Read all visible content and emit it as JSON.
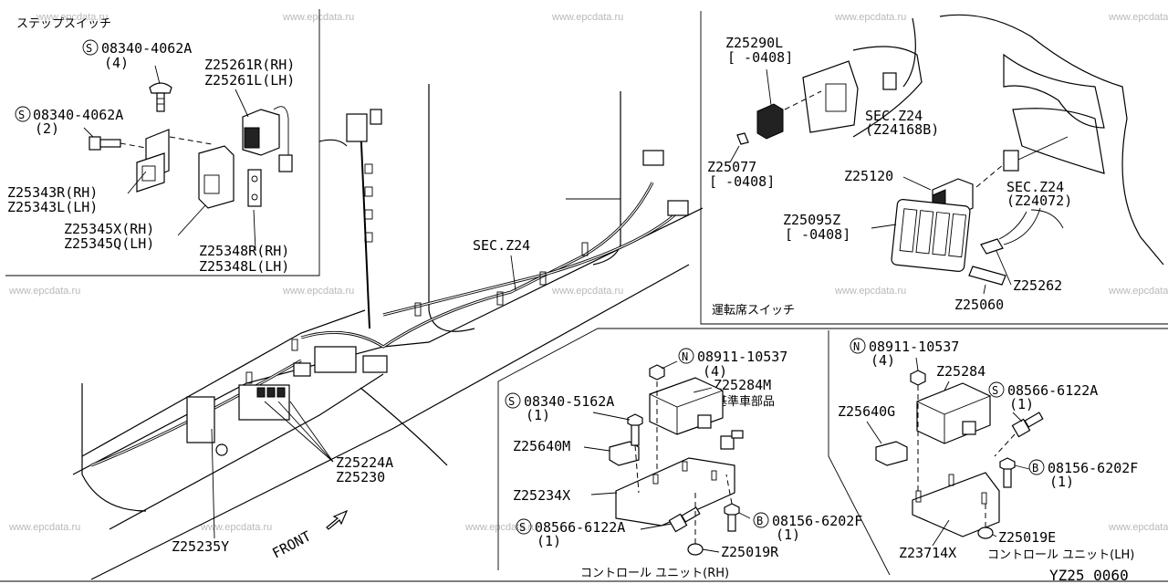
{
  "watermark": "www.epcdata.ru",
  "diagram_code": "YZ25 0060",
  "panels": {
    "step_switch": {
      "title": "ステップスイッチ",
      "labels": {
        "bolt_top": "08340-4062A",
        "bolt_top_qty": "(4)",
        "bolt_side": "08340-4062A",
        "bolt_side_qty": "(2)",
        "switch_rh": "Z25261R(RH)",
        "switch_lh": "Z25261L(LH)",
        "bracket_a_rh": "Z25343R(RH)",
        "bracket_a_lh": "Z25343L(LH)",
        "bracket_b_rh": "Z25345X(RH)",
        "bracket_b_lh": "Z25345Q(LH)",
        "plate_rh": "Z25348R(RH)",
        "plate_lh": "Z25348L(LH)"
      }
    },
    "driver_switch": {
      "title": "運転席スイッチ",
      "labels": {
        "z25290l": "Z25290L",
        "z25290l_range": "[ -0408]",
        "sec_z24_a": "SEC.Z24",
        "sec_z24_a_ref": "(Z24168B)",
        "z25077": "Z25077",
        "z25077_range": "[ -0408]",
        "z25120": "Z25120",
        "sec_z24_b": "SEC.Z24",
        "sec_z24_b_ref": "(Z24072)",
        "z25095z": "Z25095Z",
        "z25095z_range": "[ -0408]",
        "z25262": "Z25262",
        "z25060": "Z25060"
      }
    },
    "main": {
      "labels": {
        "sec_z24": "SEC.Z24",
        "z25224a": "Z25224A",
        "z25230": "Z25230",
        "z25235y": "Z25235Y",
        "front": "FRONT"
      }
    },
    "control_rh": {
      "title": "コントロール ユニット(RH)",
      "labels": {
        "nut": "08911-10537",
        "nut_qty": "(4)",
        "unit": "Z25284M",
        "unit_note": "基準車部品",
        "bolt": "08340-5162A",
        "bolt_qty": "(1)",
        "z25640m": "Z25640M",
        "z25234x": "Z25234X",
        "screw": "08566-6122A",
        "screw_qty": "(1)",
        "bolt_b": "08156-6202F",
        "bolt_b_qty": "(1)",
        "z25019r": "Z25019R"
      }
    },
    "control_lh": {
      "title": "コントロール ユニット(LH)",
      "labels": {
        "nut": "08911-10537",
        "nut_qty": "(4)",
        "unit": "Z25284",
        "screw": "08566-6122A",
        "screw_qty": "(1)",
        "z25640g": "Z25640G",
        "bolt_b": "08156-6202F",
        "bolt_b_qty": "(1)",
        "z25019e": "Z25019E",
        "z23714x": "Z23714X"
      }
    }
  },
  "prefix_symbols": {
    "s": "S",
    "n": "N",
    "b": "B"
  }
}
